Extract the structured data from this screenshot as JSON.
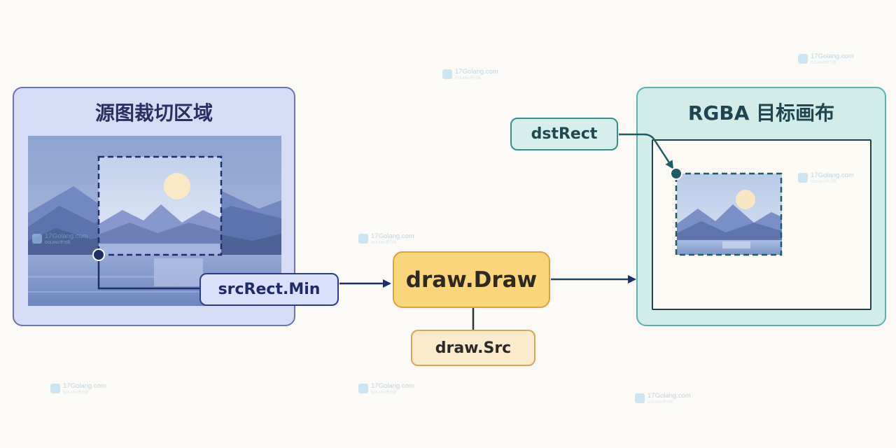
{
  "source_panel": {
    "title": "源图裁切区域"
  },
  "dest_panel": {
    "title": "RGBA 目标画布"
  },
  "labels": {
    "src_rect_min": "srcRect.Min",
    "draw_draw": "draw.Draw",
    "draw_src": "draw.Src",
    "dst_rect": "dstRect"
  },
  "watermark": {
    "name": "17Golang.com",
    "sub": "GOLANG学习网"
  },
  "colors": {
    "source_panel_bg": "#d7dcf5",
    "source_panel_border": "#6c72b8",
    "dest_panel_bg": "#d2ecea",
    "dest_panel_border": "#5ab3ad",
    "draw_fill": "#fbd57c",
    "connector_navy": "#1e2f6b",
    "connector_teal": "#1f5d66"
  }
}
